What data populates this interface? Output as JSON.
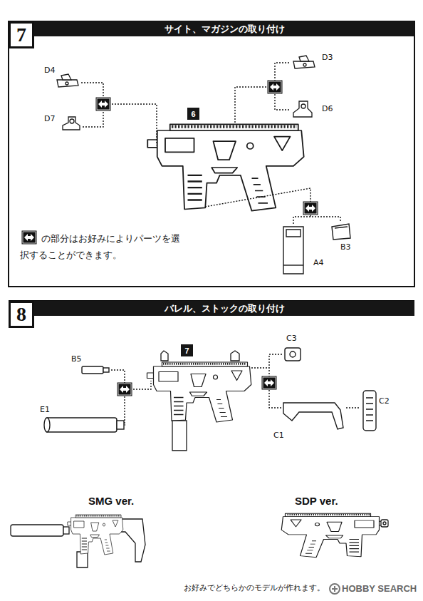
{
  "diagram": {
    "nodes": [
      {
        "text": [
          "7"
        ]
      },
      {
        "text": [
          "サイト、マガジンの取り付け"
        ]
      },
      {
        "text": [
          "6"
        ]
      },
      {
        "text": [
          "8"
        ]
      },
      {
        "text": [
          "バレル、ストックの取り付け"
        ]
      },
      {
        "text": [
          "7"
        ]
      }
    ],
    "labels": [
      "D4",
      "D7",
      "D3",
      "D6",
      "A4",
      "B3",
      "の部分はお好みによりパーツを選択することができます。",
      "B5",
      "E1",
      "C3",
      "C1",
      "C2",
      "SMG ver.",
      "SDP ver.",
      "お好みでどちらかのモデルが作れます。",
      "HOBBY SEARCH"
    ]
  }
}
